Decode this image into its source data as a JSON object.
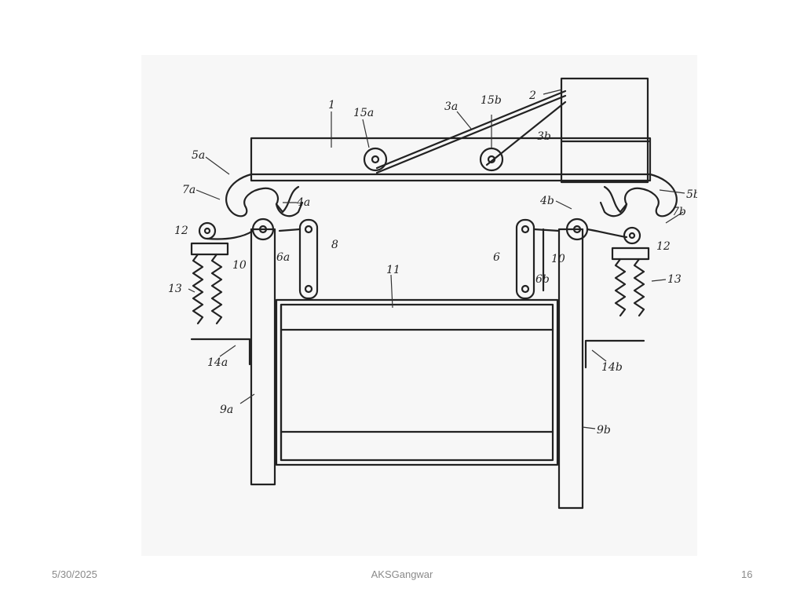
{
  "diagram": {
    "labels": [
      {
        "key": "1",
        "text": "1"
      },
      {
        "key": "2",
        "text": "2"
      },
      {
        "key": "3a",
        "text": "3a"
      },
      {
        "key": "3b",
        "text": "3b"
      },
      {
        "key": "15a",
        "text": "15a"
      },
      {
        "key": "15b",
        "text": "15b"
      },
      {
        "key": "5a",
        "text": "5a"
      },
      {
        "key": "5b",
        "text": "5b"
      },
      {
        "key": "7a",
        "text": "7a"
      },
      {
        "key": "7b",
        "text": "7b"
      },
      {
        "key": "4a",
        "text": "4a"
      },
      {
        "key": "4b",
        "text": "4b"
      },
      {
        "key": "12l",
        "text": "12"
      },
      {
        "key": "12r",
        "text": "12"
      },
      {
        "key": "10l",
        "text": "10"
      },
      {
        "key": "10r",
        "text": "10"
      },
      {
        "key": "6a",
        "text": "6a"
      },
      {
        "key": "6b",
        "text": "6b"
      },
      {
        "key": "8",
        "text": "8"
      },
      {
        "key": "6",
        "text": "6"
      },
      {
        "key": "11",
        "text": "11"
      },
      {
        "key": "13l",
        "text": "13"
      },
      {
        "key": "13r",
        "text": "13"
      },
      {
        "key": "14a",
        "text": "14a"
      },
      {
        "key": "14b",
        "text": "14b"
      },
      {
        "key": "9a",
        "text": "9a"
      },
      {
        "key": "9b",
        "text": "9b"
      }
    ]
  },
  "footer": {
    "date": "5/30/2025",
    "author": "AKSGangwar",
    "page": "16"
  }
}
